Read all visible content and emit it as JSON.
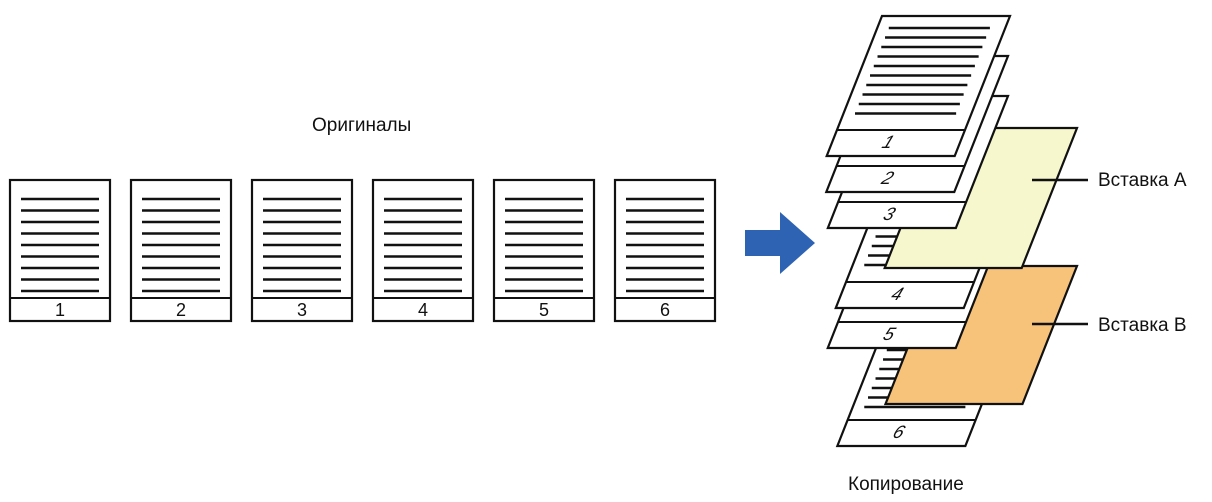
{
  "originals": {
    "title": "Оригиналы",
    "pages": [
      "1",
      "2",
      "3",
      "4",
      "5",
      "6"
    ]
  },
  "output": {
    "title": "Копирование",
    "sheets": [
      {
        "kind": "page",
        "label": "6"
      },
      {
        "kind": "insert",
        "label": "Вставка B",
        "color": "#f7c27a"
      },
      {
        "kind": "page",
        "label": "5"
      },
      {
        "kind": "page",
        "label": "4"
      },
      {
        "kind": "insert",
        "label": "Вставка A",
        "color": "#f6f7cc"
      },
      {
        "kind": "page",
        "label": "3"
      },
      {
        "kind": "page",
        "label": "2"
      },
      {
        "kind": "page",
        "label": "1"
      }
    ]
  },
  "inserts": {
    "a_label": "Вставка A",
    "b_label": "Вставка B"
  },
  "colors": {
    "arrow": "#2e63b3",
    "outline": "#111111",
    "insert_a": "#f6f7cc",
    "insert_b": "#f7c27a"
  }
}
